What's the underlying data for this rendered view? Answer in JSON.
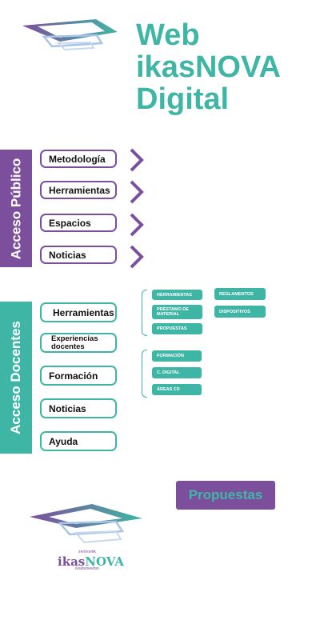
{
  "header": {
    "title_line1": "Web",
    "title_line2": "ikasNOVA",
    "title_line3": "Digital"
  },
  "public_section": {
    "label": "Acceso Público",
    "items": [
      {
        "label": "Metodología"
      },
      {
        "label": "Herramientas"
      },
      {
        "label": "Espacios"
      },
      {
        "label": "Noticias"
      }
    ]
  },
  "teachers_section": {
    "label": "Acceso Docentes",
    "items": [
      {
        "label": "Herramientas"
      },
      {
        "label": "Experiencias docentes"
      },
      {
        "label": "Formación"
      },
      {
        "label": "Noticias"
      },
      {
        "label": "Ayuda"
      }
    ],
    "herramientas_sub": [
      "HERRAMIENTAS",
      "PRÉSTAMO DE MATERIAL",
      "PROPUESTAS"
    ],
    "herramientas_sub_right": [
      "REGLAMENTOS",
      "DISPOSITIVOS"
    ],
    "formacion_sub": [
      "FORMACIÓN",
      "C. DIGITAL",
      "ÁREAS CD"
    ]
  },
  "propuestas_button": "Propuestas",
  "brand": {
    "small_top": "zentroetik",
    "name_part1": "ikas",
    "name_part2": "NOVA",
    "small_bottom": "ikastetxeetan"
  },
  "colors": {
    "purple": "#7c4f9c",
    "teal": "#3fb6a5"
  }
}
